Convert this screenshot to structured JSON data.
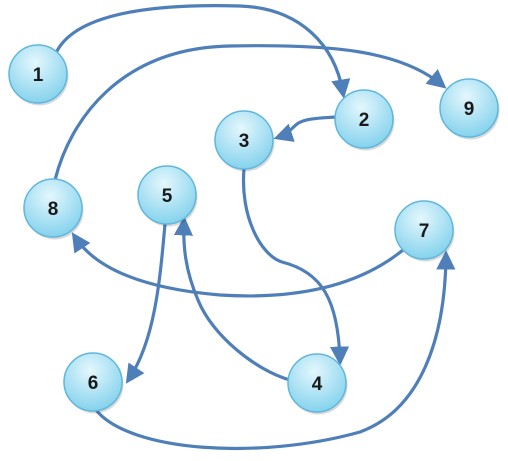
{
  "colors": {
    "edge": "#4f7fb8",
    "node_fill_top": "#e4f7fd",
    "node_fill_bottom": "#7ed0ec",
    "node_stroke": "#5fb7dc",
    "label": "#1a1a1a"
  },
  "nodes": [
    {
      "id": "1",
      "label": "1"
    },
    {
      "id": "2",
      "label": "2"
    },
    {
      "id": "3",
      "label": "3"
    },
    {
      "id": "4",
      "label": "4"
    },
    {
      "id": "5",
      "label": "5"
    },
    {
      "id": "6",
      "label": "6"
    },
    {
      "id": "7",
      "label": "7"
    },
    {
      "id": "8",
      "label": "8"
    },
    {
      "id": "9",
      "label": "9"
    }
  ],
  "edges": [
    {
      "from": "1",
      "to": "2"
    },
    {
      "from": "2",
      "to": "3"
    },
    {
      "from": "3",
      "to": "4"
    },
    {
      "from": "4",
      "to": "5"
    },
    {
      "from": "5",
      "to": "6"
    },
    {
      "from": "6",
      "to": "7"
    },
    {
      "from": "7",
      "to": "8"
    },
    {
      "from": "8",
      "to": "9"
    }
  ]
}
